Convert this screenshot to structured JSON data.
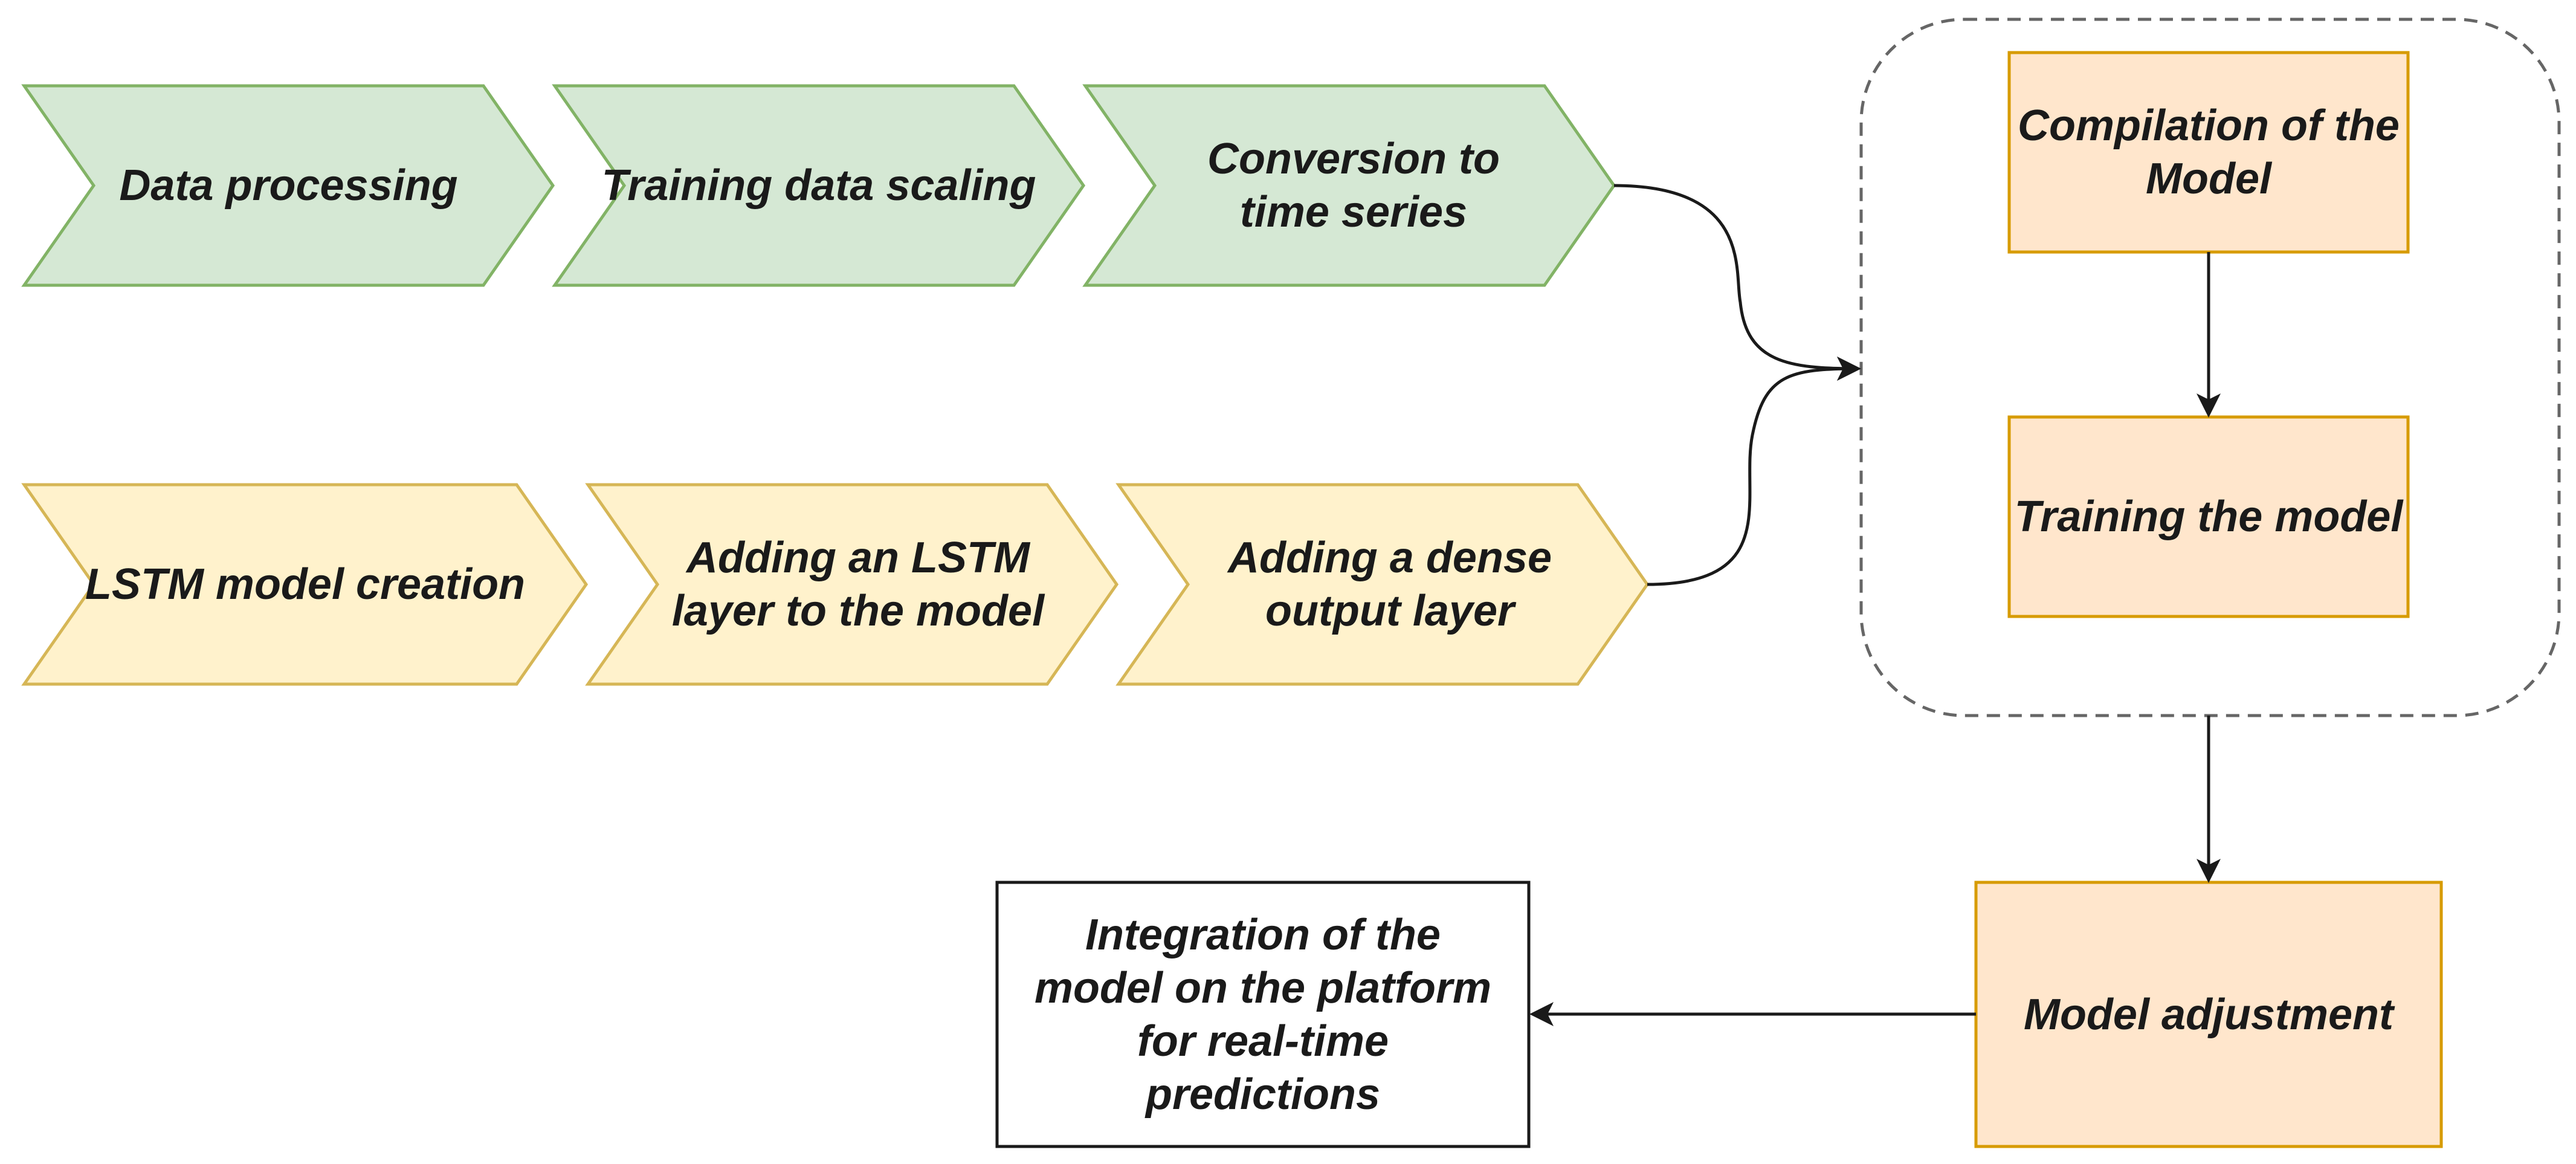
{
  "colors": {
    "green_fill": "#d5e8d4",
    "green_stroke": "#82b366",
    "yellow_fill": "#fff2cc",
    "yellow_stroke": "#d6b656",
    "orange_fill": "#ffe6cc",
    "orange_stroke": "#d79b00",
    "connector": "#1a1a1a",
    "group_border": "#666666"
  },
  "top_row": [
    {
      "label": "Data processing"
    },
    {
      "label": "Training data scaling"
    },
    {
      "label": "Conversion to  time series"
    }
  ],
  "bottom_row": [
    {
      "label": "LSTM model creation"
    },
    {
      "label": "Adding an LSTM layer to the model"
    },
    {
      "label": "Adding a dense output layer"
    }
  ],
  "group": {
    "compile": "Compilation of the Model",
    "train": "Training the model"
  },
  "adjust": "Model adjustment",
  "integration": "Integration of the model on the platform for real-time predictions"
}
